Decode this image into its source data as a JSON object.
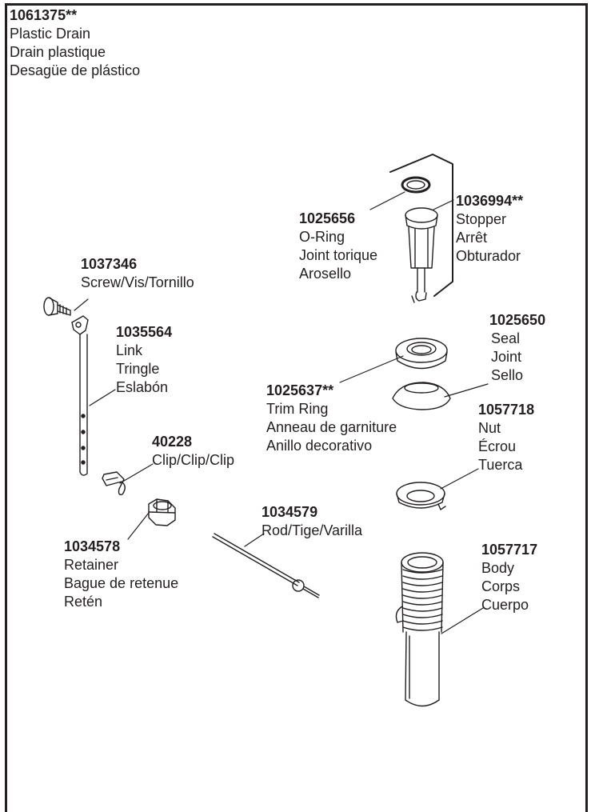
{
  "header": {
    "part_number": "1061375**",
    "lines": [
      "Plastic Drain",
      "Drain plastique",
      "Desagüe de plástico"
    ]
  },
  "parts": {
    "o_ring": {
      "part_number": "1025656",
      "lines": [
        "O-Ring",
        "Joint torique",
        "Arosello"
      ]
    },
    "stopper": {
      "part_number": "1036994**",
      "lines": [
        "Stopper",
        "Arrêt",
        "Obturador"
      ]
    },
    "screw": {
      "part_number": "1037346",
      "lines": [
        "Screw/Vis/Tornillo"
      ]
    },
    "link": {
      "part_number": "1035564",
      "lines": [
        "Link",
        "Tringle",
        "Eslabón"
      ]
    },
    "seal": {
      "part_number": "1025650",
      "lines": [
        "Seal",
        "Joint",
        "Sello"
      ]
    },
    "trim_ring": {
      "part_number": "1025637**",
      "lines": [
        "Trim Ring",
        "Anneau de garniture",
        "Anillo decorativo"
      ]
    },
    "nut": {
      "part_number": "1057718",
      "lines": [
        "Nut",
        "Écrou",
        "Tuerca"
      ]
    },
    "clip": {
      "part_number": "40228",
      "lines": [
        "Clip/Clip/Clip"
      ]
    },
    "rod": {
      "part_number": "1034579",
      "lines": [
        "Rod/Tige/Varilla"
      ]
    },
    "retainer": {
      "part_number": "1034578",
      "lines": [
        "Retainer",
        "Bague de retenue",
        "Retén"
      ]
    },
    "body": {
      "part_number": "1057717",
      "lines": [
        "Body",
        "Corps",
        "Cuerpo"
      ]
    }
  }
}
